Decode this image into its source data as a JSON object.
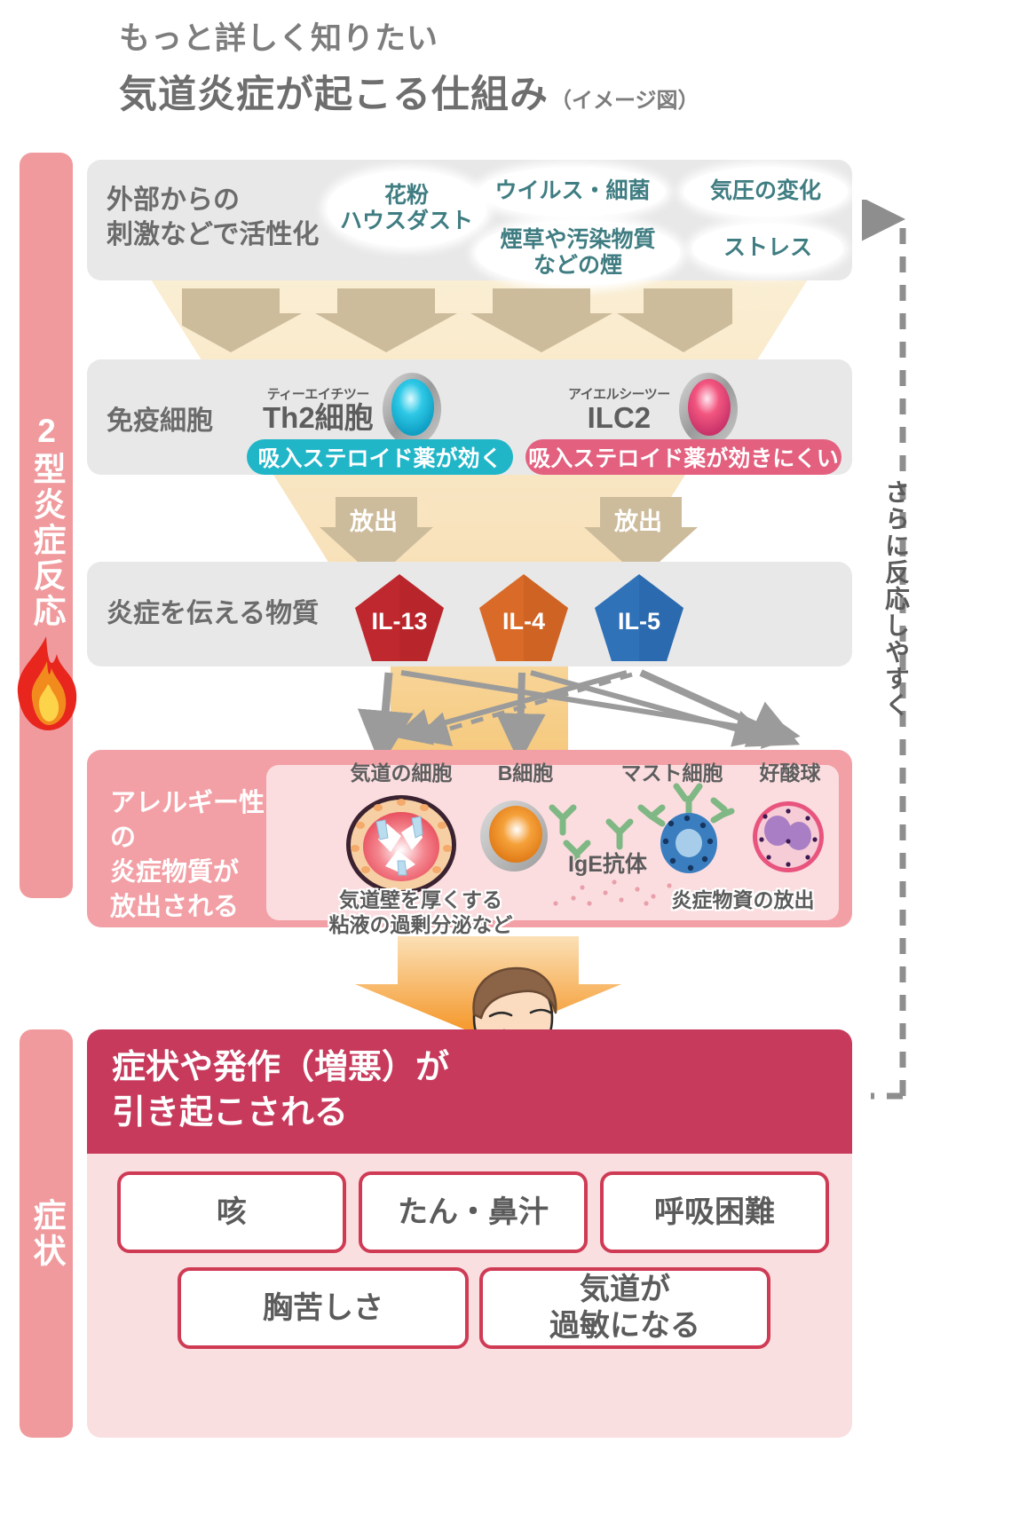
{
  "title": {
    "small": "もっと詳しく知りたい",
    "main": "気道炎症が起こる仕組み",
    "note": "（イメージ図）"
  },
  "rails": {
    "type2": "2型炎症反応",
    "symptom": "症状",
    "flame_icon": "flame-icon"
  },
  "feedback": {
    "label": "さらに反応しやすく",
    "arrow_icon": "dashed-feedback-arrow-icon"
  },
  "stimulus": {
    "label": "外部からの\n刺激などで活性化",
    "label_line1": "外部からの",
    "label_line2": "刺激などで活性化",
    "items": [
      {
        "text": "花粉\nハウスダスト",
        "line1": "花粉",
        "line2": "ハウスダスト"
      },
      {
        "text": "ウイルス・細菌",
        "line1": "ウイルス・細菌",
        "line2": ""
      },
      {
        "text": "気圧の変化",
        "line1": "気圧の変化",
        "line2": ""
      },
      {
        "text": "煙草や汚染物質\nなどの煙",
        "line1": "煙草や汚染物質",
        "line2": "などの煙"
      },
      {
        "text": "ストレス",
        "line1": "ストレス",
        "line2": ""
      }
    ]
  },
  "immune": {
    "label": "免疫細胞",
    "cells": [
      {
        "ruby": "ティーエイチツー",
        "name": "Th2細胞",
        "color": "#1ec0dd",
        "badge": "吸入ステロイド薬が効く",
        "badge_color": "#20b6c8",
        "release_label": "放出"
      },
      {
        "ruby": "アイエルシーツー",
        "name": "ILC2",
        "color": "#ef5d84",
        "badge": "吸入ステロイド薬が効きにくい",
        "badge_color": "#e3607f",
        "release_label": "放出"
      }
    ]
  },
  "cytokines": {
    "label": "炎症を伝える物質",
    "items": [
      {
        "name": "IL-13",
        "color": "#c0282f"
      },
      {
        "name": "IL-4",
        "color": "#d96a28"
      },
      {
        "name": "IL-5",
        "color": "#2f72b8"
      }
    ]
  },
  "allergy": {
    "label_line1": "アレルギー性の",
    "label_line2": "炎症物質が",
    "label_line3": "放出される",
    "cells": [
      {
        "name": "気道の細胞",
        "icon": "airway-cell-icon"
      },
      {
        "name": "B細胞",
        "icon": "b-cell-icon"
      },
      {
        "name": "マスト細胞",
        "icon": "mast-cell-icon"
      },
      {
        "name": "好酸球",
        "icon": "eosinophil-icon"
      }
    ],
    "ige_label": "IgE抗体",
    "captions": [
      {
        "line1": "気道壁を厚くする",
        "line2": "粘液の過剰分泌など"
      },
      {
        "line1": "炎症物資の放出",
        "line2": ""
      }
    ]
  },
  "symptoms": {
    "heading_line1": "症状や発作（増悪）が",
    "heading_line2": "引き起こされる",
    "person_icon": "coughing-person-icon",
    "items": [
      {
        "label": "咳",
        "line1": "咳",
        "line2": ""
      },
      {
        "label": "たん・鼻汁",
        "line1": "たん・鼻汁",
        "line2": ""
      },
      {
        "label": "呼吸困難",
        "line1": "呼吸困難",
        "line2": ""
      },
      {
        "label": "胸苦しさ",
        "line1": "胸苦しさ",
        "line2": ""
      },
      {
        "label": "気道が過敏になる",
        "line1": "気道が",
        "line2": "過敏になる"
      }
    ]
  },
  "colors": {
    "rail_pink": "#f09a9d",
    "panel_gray": "#e8e8e8",
    "funnel_beige": "#f7e3c0",
    "symptom_header": "#c73a5c",
    "symptom_body": "#fadfe1",
    "teal_text": "#3f7d82"
  }
}
